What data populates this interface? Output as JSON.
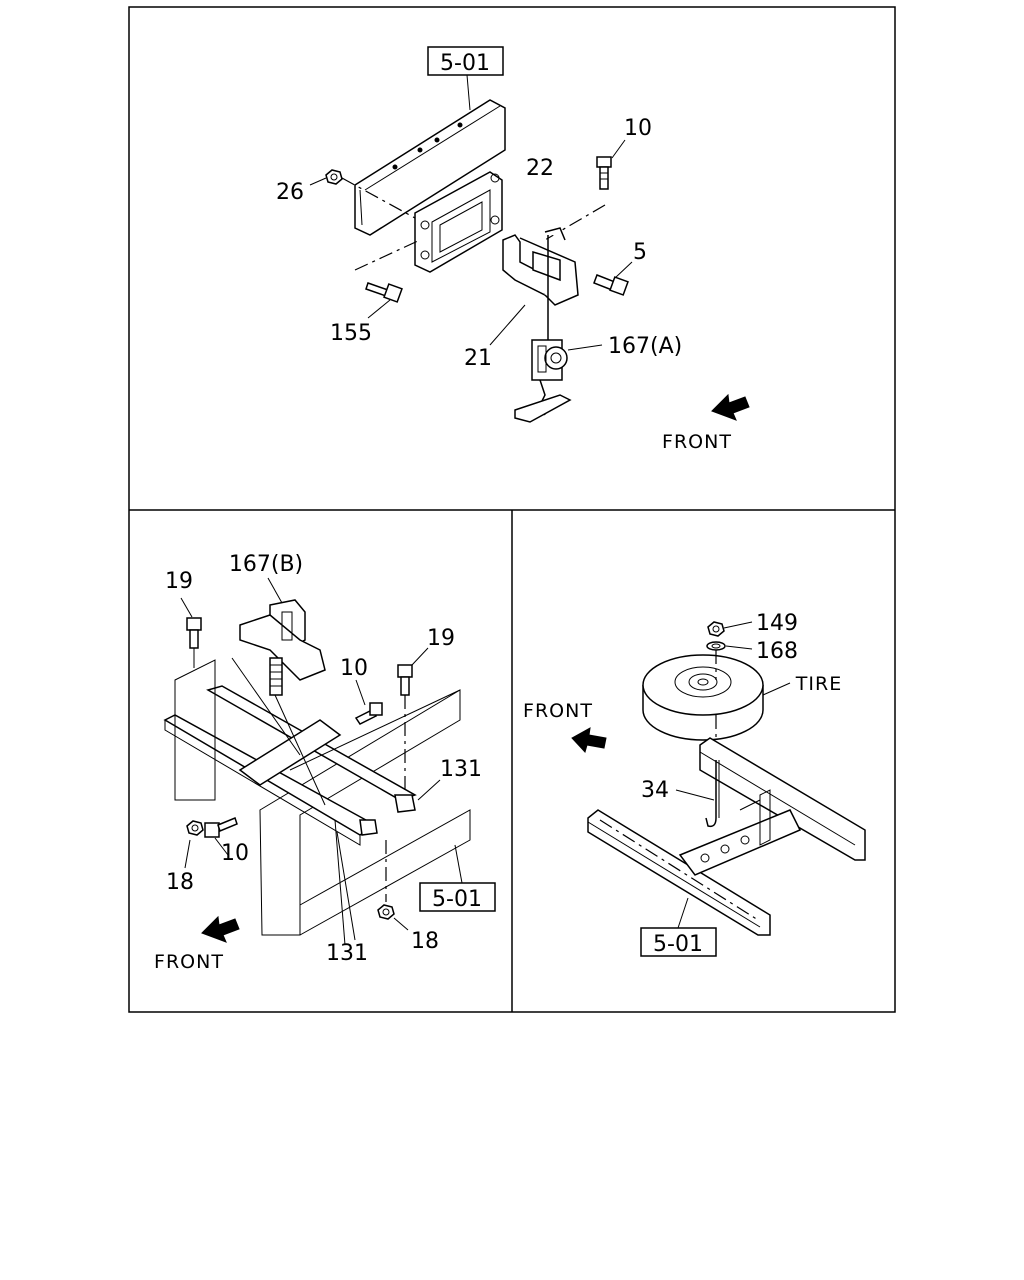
{
  "top_panel": {
    "ref_box": "5-01",
    "labels": {
      "p26": "26",
      "p22": "22",
      "p10": "10",
      "p5": "5",
      "p155": "155",
      "p21": "21",
      "p167a": "167(A)"
    },
    "front": "FRONT"
  },
  "left_panel": {
    "labels": {
      "p19a": "19",
      "p167b": "167(B)",
      "p19b": "19",
      "p10a": "10",
      "p131a": "131",
      "p18a": "18",
      "p10b": "10",
      "p131b": "131",
      "p18b": "18"
    },
    "ref_box": "5-01",
    "front": "FRONT"
  },
  "right_panel": {
    "labels": {
      "p149": "149",
      "p168": "168",
      "tire": "TIRE",
      "p34": "34"
    },
    "ref_box": "5-01",
    "front": "FRONT"
  }
}
